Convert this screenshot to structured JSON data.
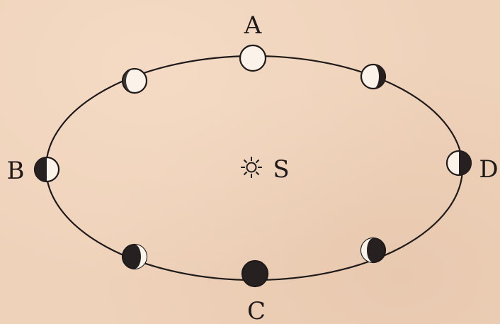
{
  "labels": {
    "a": "A",
    "b": "B",
    "c": "C",
    "d": "D",
    "sun": "S"
  },
  "colors": {
    "ink": "#1f1a1a",
    "paper": "#efd2ba",
    "moon_light": "#fbf3ea",
    "moon_dark": "#262020"
  },
  "phases": [
    {
      "position": "A",
      "shape": "full",
      "lit_fraction": 1.0
    },
    {
      "position": "upper-right",
      "shape": "gibbous",
      "lit_fraction": 0.85
    },
    {
      "position": "D",
      "shape": "half",
      "lit_fraction": 0.5
    },
    {
      "position": "lower-right",
      "shape": "crescent",
      "lit_fraction": 0.15
    },
    {
      "position": "C",
      "shape": "new",
      "lit_fraction": 0.0
    },
    {
      "position": "lower-left",
      "shape": "crescent",
      "lit_fraction": 0.15
    },
    {
      "position": "B",
      "shape": "half",
      "lit_fraction": 0.5
    },
    {
      "position": "upper-left",
      "shape": "gibbous",
      "lit_fraction": 0.85
    }
  ]
}
